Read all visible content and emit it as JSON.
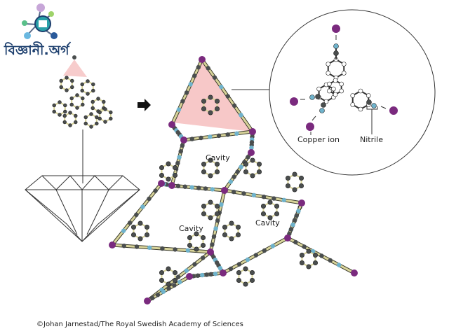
{
  "logo": {
    "text": "বিজ্ঞানী.অর্গ"
  },
  "labels": {
    "cavity_top": "Cavity",
    "cavity_left": "Cavity",
    "cavity_right": "Cavity",
    "copper_ion": "Copper ion",
    "nitrile": "Nitrile"
  },
  "caption": "©Johan Jarnestad/The Royal Swedish Academy of Sciences",
  "colors": {
    "copper": "#7a2a7e",
    "nitrile": "#6fb3cc",
    "carbon": "#4a4e4e",
    "bond": "#d8d49a",
    "tetra": "#f4b6b6"
  }
}
